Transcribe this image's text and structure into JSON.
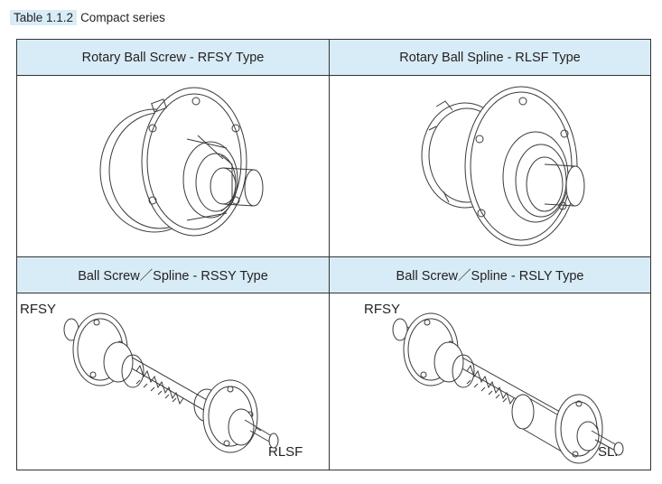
{
  "caption": {
    "number": "Table 1.1.2",
    "title": "Compact series"
  },
  "headers": {
    "top_left": "Rotary Ball Screw - RFSY Type",
    "top_right": "Rotary Ball Spline - RLSF Type",
    "bottom_left": "Ball Screw／Spline - RSSY Type",
    "bottom_right": "Ball Screw／Spline - RSLY Type"
  },
  "labels": {
    "bl_top": "RFSY",
    "bl_bottom": "RLSF",
    "br_top": "RFSY",
    "br_bottom": "SLF"
  },
  "colors": {
    "header_bg": "#d8ecf7",
    "border": "#333333",
    "drawing": "#3a3a3a"
  }
}
